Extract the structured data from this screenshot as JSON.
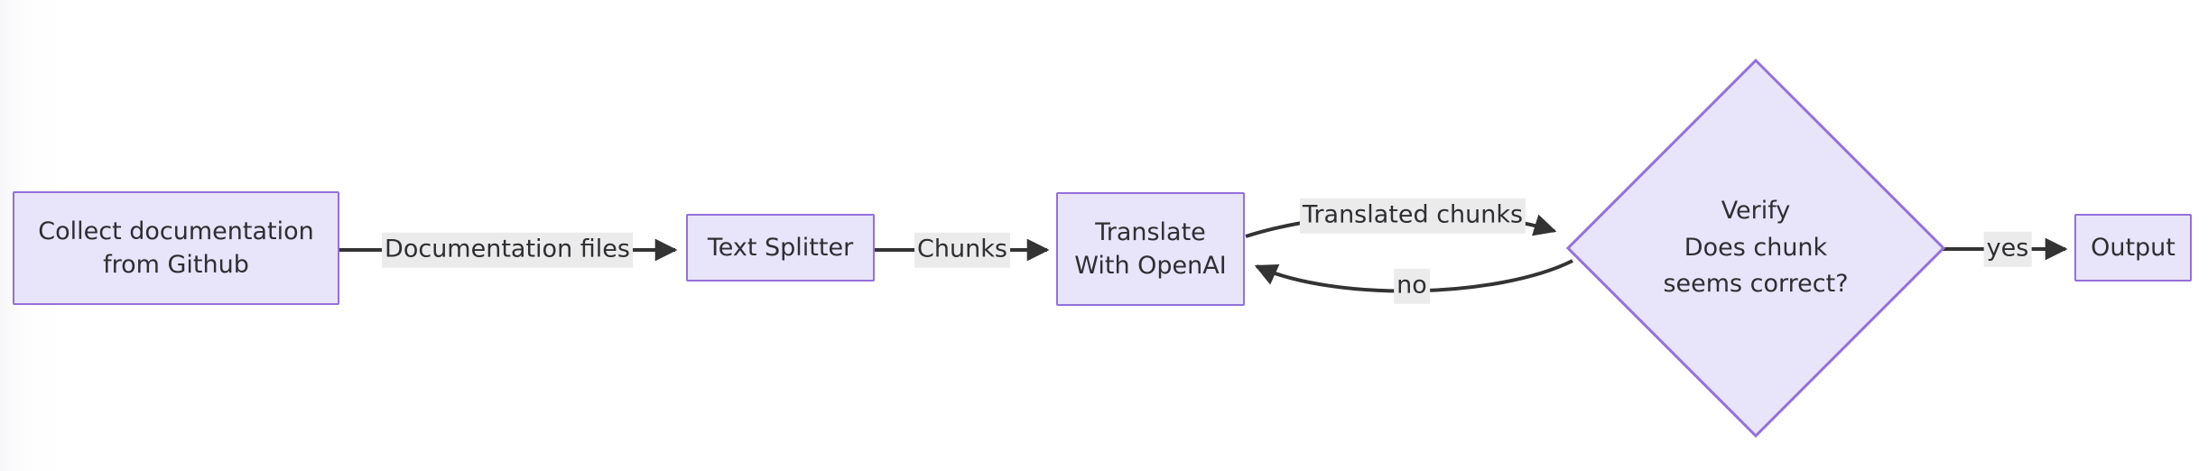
{
  "diagram": {
    "kind": "flowchart",
    "direction": "left-to-right",
    "background_color": "#ffffff",
    "node_fill": "#e8e4f9",
    "node_stroke": "#9370db",
    "edge_color": "#333333",
    "label_background": "#ebebeb",
    "text_color": "#2e2e33"
  },
  "nodes": {
    "collect": {
      "lines": [
        "Collect documentation",
        "from Github"
      ],
      "shape": "rect"
    },
    "splitter": {
      "lines": [
        "Text Splitter"
      ],
      "shape": "rect"
    },
    "translate": {
      "lines": [
        "Translate",
        "With OpenAI"
      ],
      "shape": "rect"
    },
    "verify": {
      "lines": [
        "Verify",
        "Does chunk",
        "seems correct?"
      ],
      "shape": "diamond"
    },
    "output": {
      "lines": [
        "Output"
      ],
      "shape": "rect"
    }
  },
  "edges": [
    {
      "id": "e1",
      "from": "collect",
      "to": "splitter",
      "label": "Documentation files"
    },
    {
      "id": "e2",
      "from": "splitter",
      "to": "translate",
      "label": "Chunks"
    },
    {
      "id": "e3",
      "from": "translate",
      "to": "verify",
      "label": "Translated chunks"
    },
    {
      "id": "e4",
      "from": "verify",
      "to": "translate",
      "label": "no"
    },
    {
      "id": "e5",
      "from": "verify",
      "to": "output",
      "label": "yes"
    }
  ]
}
